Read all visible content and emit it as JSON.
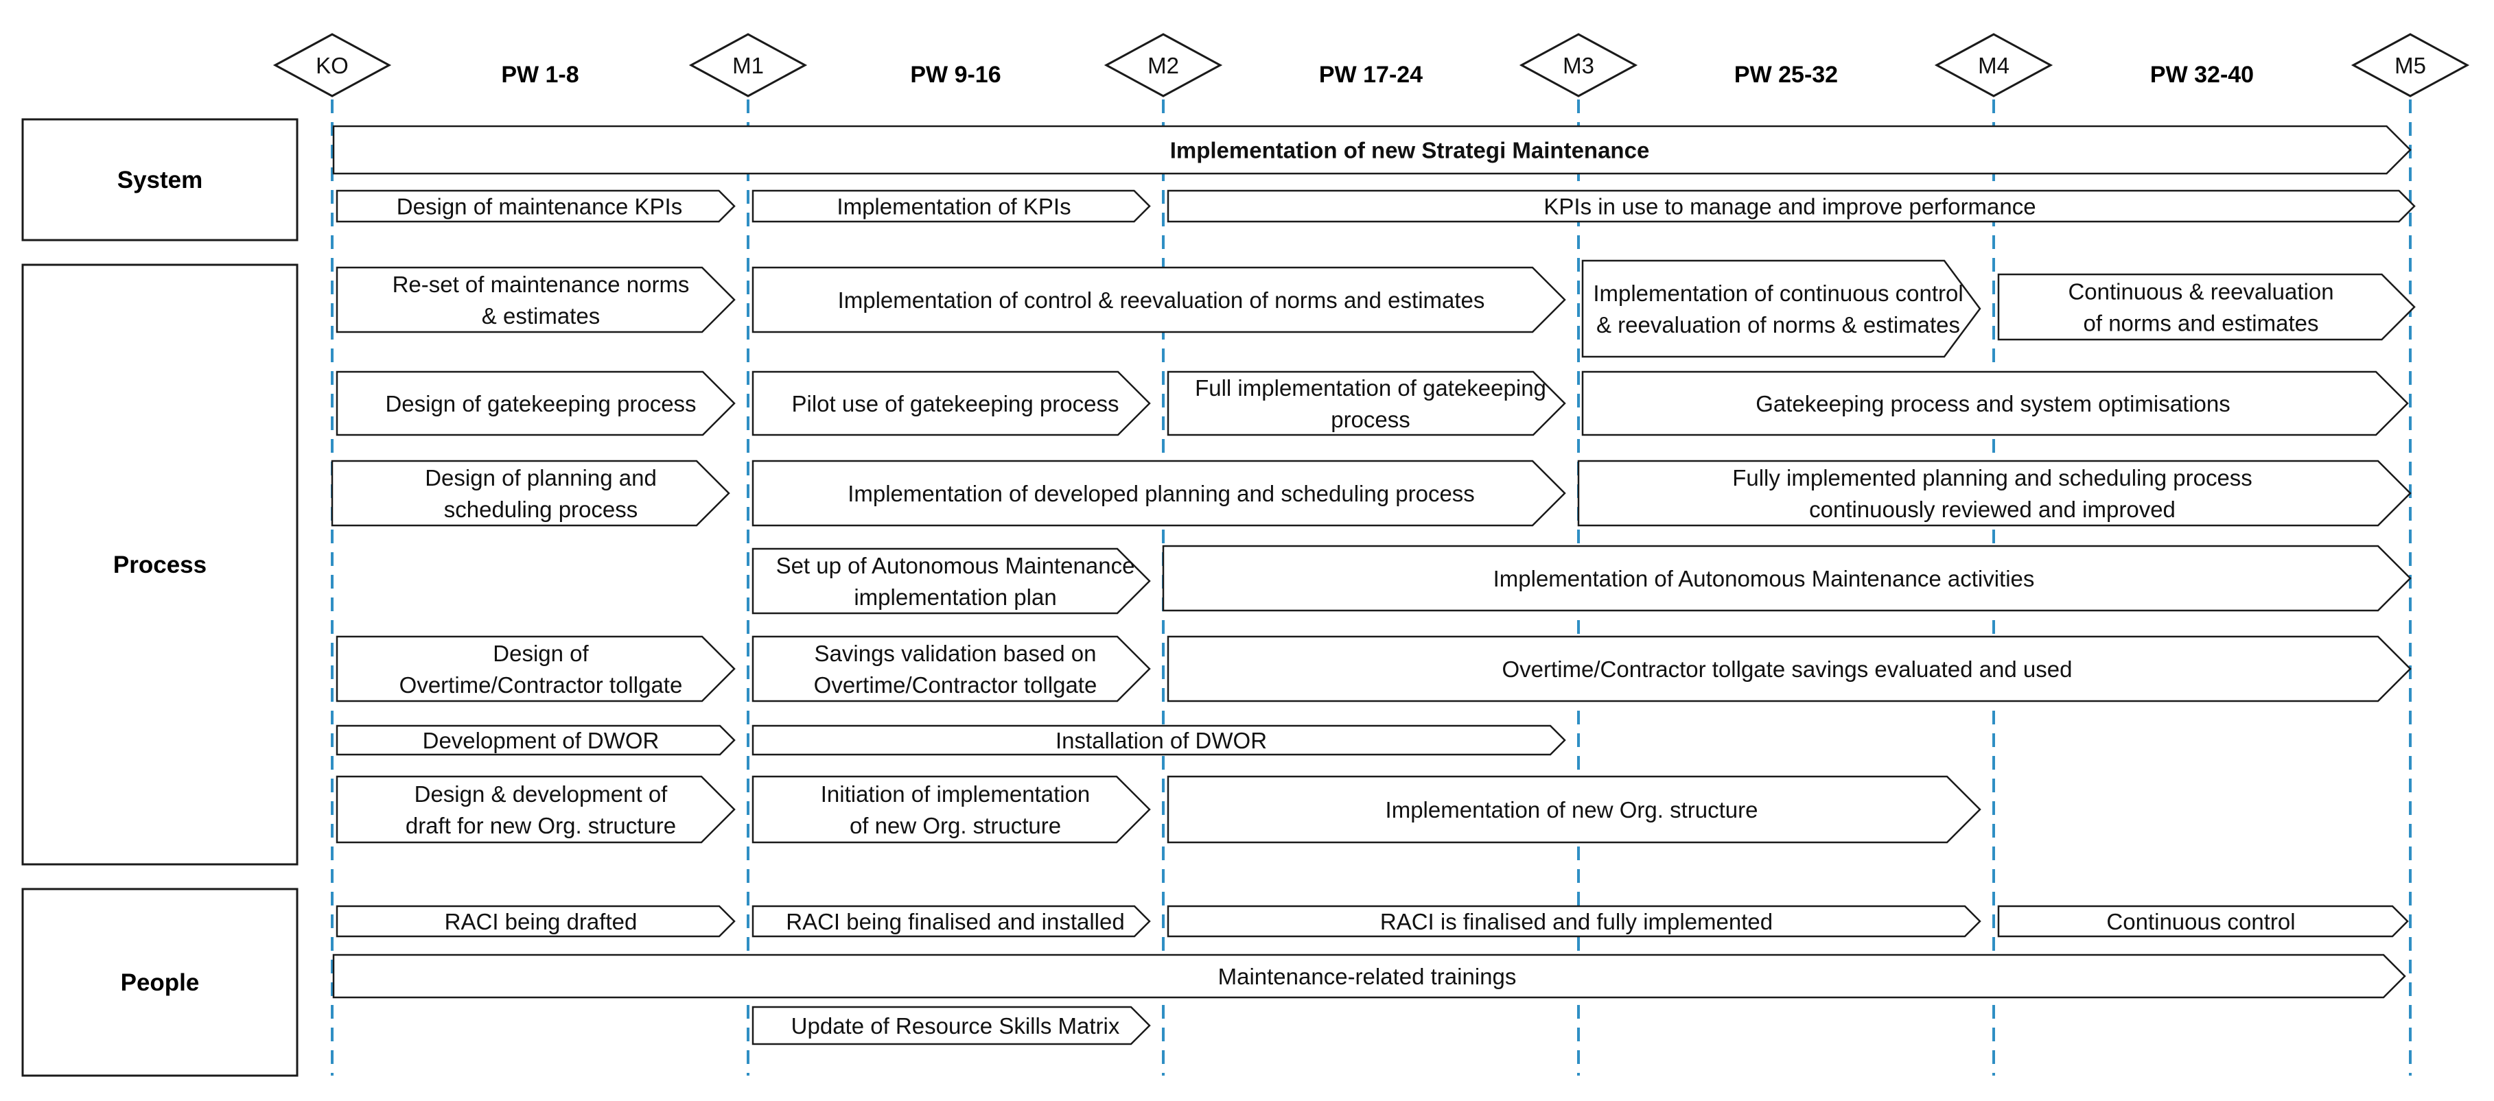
{
  "colors": {
    "divider": "#2f8fc4",
    "stroke": "#1a1a1a",
    "fill": "#ffffff"
  },
  "milestones": [
    "KO",
    "M1",
    "M2",
    "M3",
    "M4",
    "M5"
  ],
  "periods": [
    "PW 1-8",
    "PW 9-16",
    "PW 17-24",
    "PW 25-32",
    "PW 32-40"
  ],
  "lanes": [
    "System",
    "Process",
    "People"
  ],
  "arrows": [
    [
      "Implementation of new Strategi Maintenance"
    ],
    [
      "Design of maintenance KPIs"
    ],
    [
      "Implementation of KPIs"
    ],
    [
      "KPIs in use to manage and improve performance"
    ],
    [
      "Re-set of maintenance norms",
      "& estimates"
    ],
    [
      "Implementation of control & reevaluation of norms and estimates"
    ],
    [
      "Implementation of continuous control",
      "& reevaluation of norms & estimates"
    ],
    [
      "Continuous & reevaluation",
      "of norms and estimates"
    ],
    [
      "Design of gatekeeping process"
    ],
    [
      "Pilot use of gatekeeping process"
    ],
    [
      "Full implementation of gatekeeping",
      "process"
    ],
    [
      "Gatekeeping process and system optimisations"
    ],
    [
      "Design of planning and",
      "scheduling process"
    ],
    [
      "Implementation of developed planning and scheduling process"
    ],
    [
      "Fully implemented planning and scheduling process",
      "continuously reviewed and improved"
    ],
    [
      "Set up of Autonomous Maintenance",
      "implementation plan"
    ],
    [
      "Implementation of Autonomous Maintenance activities"
    ],
    [
      "Design of",
      "Overtime/Contractor tollgate"
    ],
    [
      "Savings validation based on",
      "Overtime/Contractor tollgate"
    ],
    [
      "Overtime/Contractor tollgate savings evaluated and used"
    ],
    [
      "Development of DWOR"
    ],
    [
      "Installation of DWOR"
    ],
    [
      "Design & development of",
      "draft for new Org. structure"
    ],
    [
      "Initiation of implementation",
      "of new Org. structure"
    ],
    [
      "Implementation of new Org. structure"
    ],
    [
      "RACI being drafted"
    ],
    [
      "RACI being finalised and installed"
    ],
    [
      "RACI is finalised and fully implemented"
    ],
    [
      "Continuous control"
    ],
    [
      "Maintenance-related trainings"
    ],
    [
      "Update of Resource Skills Matrix"
    ]
  ]
}
